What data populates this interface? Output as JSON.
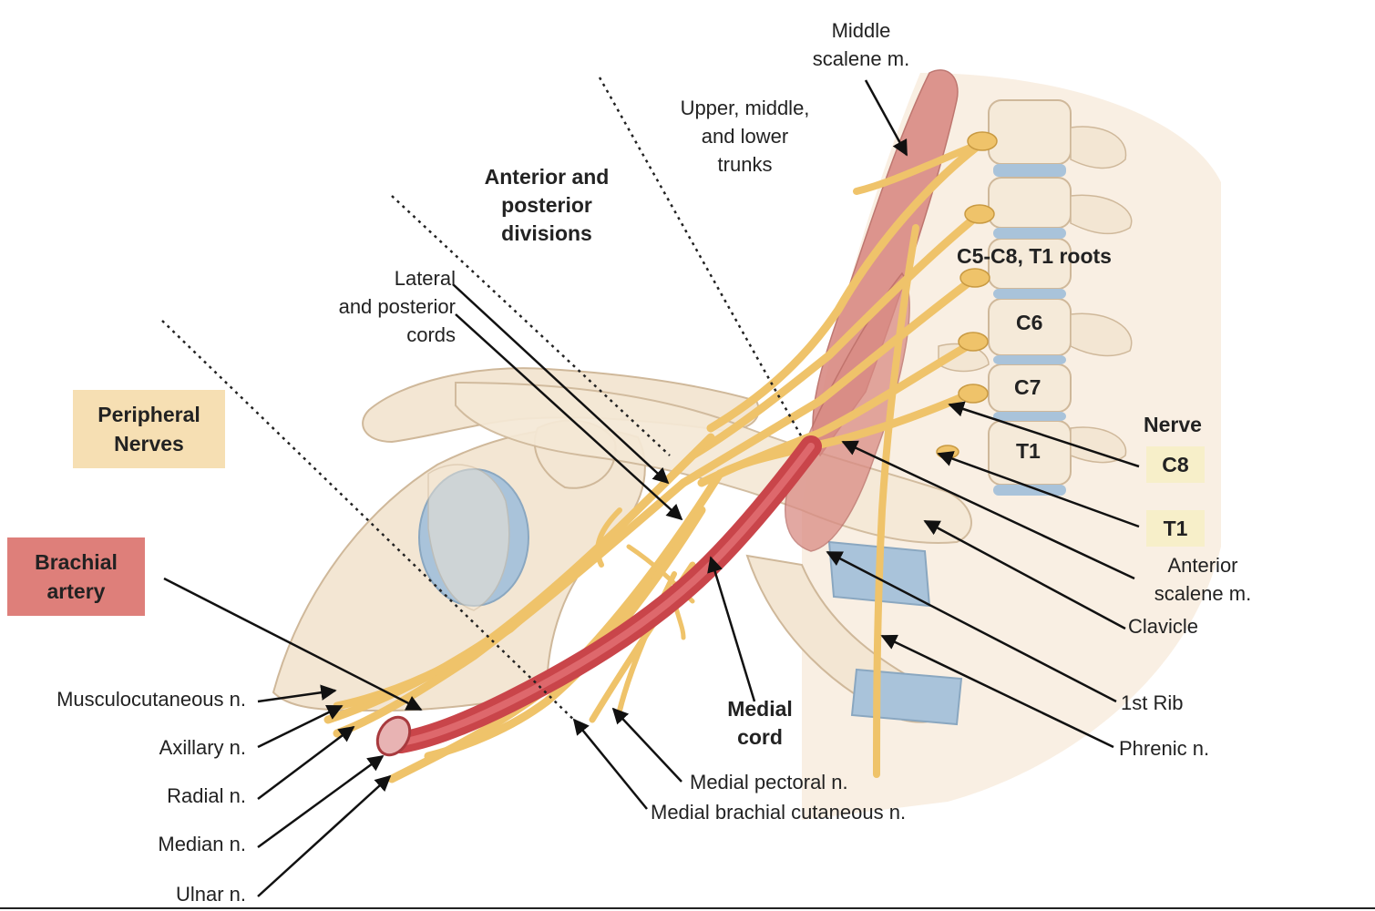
{
  "labels": {
    "middle_scalene": "Middle\nscalene m.",
    "trunks": "Upper, middle,\nand lower\ntrunks",
    "divisions": "Anterior and\nposterior\ndivisions",
    "roots": "C5-C8, T1 roots",
    "lateral_posterior_cords": "Lateral\nand posterior\ncords",
    "c6": "C6",
    "c7": "C7",
    "t1_vertebra": "T1",
    "nerve": "Nerve",
    "c8_tag": "C8",
    "t1_tag": "T1",
    "anterior_scalene": "Anterior\nscalene m.",
    "clavicle": "Clavicle",
    "first_rib": "1st Rib",
    "phrenic": "Phrenic n.",
    "medial_cord": "Medial\ncord",
    "medial_pectoral": "Medial pectoral n.",
    "medial_brachial_cutaneous": "Medial brachial cutaneous n.",
    "musculocutaneous": "Musculocutaneous n.",
    "axillary": "Axillary n.",
    "radial": "Radial n.",
    "median": "Median n.",
    "ulnar": "Ulnar n."
  },
  "boxes": {
    "peripheral_nerves": "Peripheral\nNerves",
    "brachial_artery": "Brachial\nartery"
  },
  "colors": {
    "nerve": "#efc36a",
    "nerve_edge": "#b8892e",
    "artery": "#c9454a",
    "bone": "#f3e6d3",
    "bone_edge": "#cfb89a",
    "cartilage": "#a9c3da",
    "muscle": "#d98b84",
    "peripheral_box": "#f6dfb3",
    "artery_box": "#de7f7a",
    "tag_box": "#f7efc9"
  }
}
